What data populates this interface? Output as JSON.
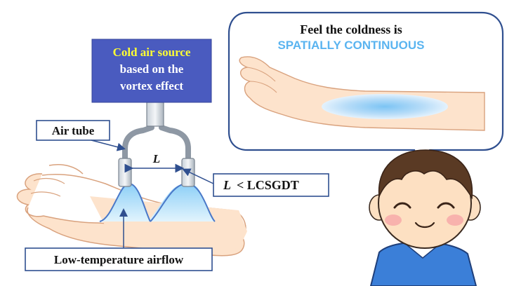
{
  "source_box": {
    "line1": "Cold air source",
    "line2": "based on the",
    "line3": "vortex effect"
  },
  "labels": {
    "air_tube": "Air tube",
    "distance_symbol": "L",
    "condition_symbol": "L",
    "condition_rest": "<  LCSGDT",
    "airflow": "Low-temperature airflow"
  },
  "bubble": {
    "line1": "Feel the coldness is",
    "line2": "SPATIALLY CONTINUOUS"
  },
  "colors": {
    "source_box_fill": "#4a5bbf",
    "source_highlight": "#ffff33",
    "bubble_highlight": "#5ab4f0",
    "label_border": "#2f4f8f",
    "skin": "#fde3cc",
    "skin_outline": "#d9a27e",
    "airflow": "#bfe6fb"
  }
}
